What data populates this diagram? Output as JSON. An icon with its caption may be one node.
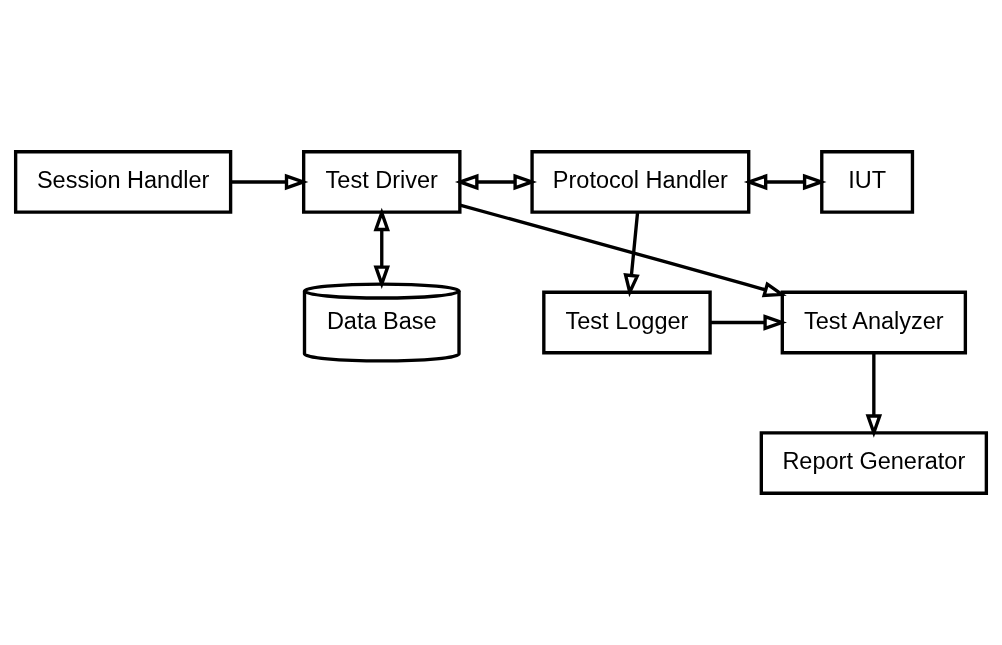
{
  "diagram": {
    "nodes": [
      {
        "text": [
          "Data Base"
        ]
      },
      {
        "text": [
          "Session Handler"
        ]
      },
      {
        "text": [
          "Test Driver"
        ]
      },
      {
        "text": [
          "Protocol Handler"
        ]
      },
      {
        "text": [
          "IUT"
        ]
      },
      {
        "text": [
          "Test Analyzer"
        ]
      },
      {
        "text": [
          "Test Logger"
        ]
      },
      {
        "text": [
          "Report Generator"
        ]
      }
    ],
    "edges": [
      {
        "from": 2,
        "to": 0,
        "arrow": "both"
      },
      {
        "from": 1,
        "to": 2,
        "arrow": "to"
      },
      {
        "from": 2,
        "to": 3,
        "arrow": "both"
      },
      {
        "from": 3,
        "to": 4,
        "arrow": "both"
      },
      {
        "from": 2,
        "to": 5,
        "arrow": "to"
      },
      {
        "from": 3,
        "to": 6,
        "arrow": "to"
      },
      {
        "from": 6,
        "to": 5,
        "arrow": "to"
      },
      {
        "from": 5,
        "to": 7,
        "arrow": "to"
      }
    ]
  }
}
